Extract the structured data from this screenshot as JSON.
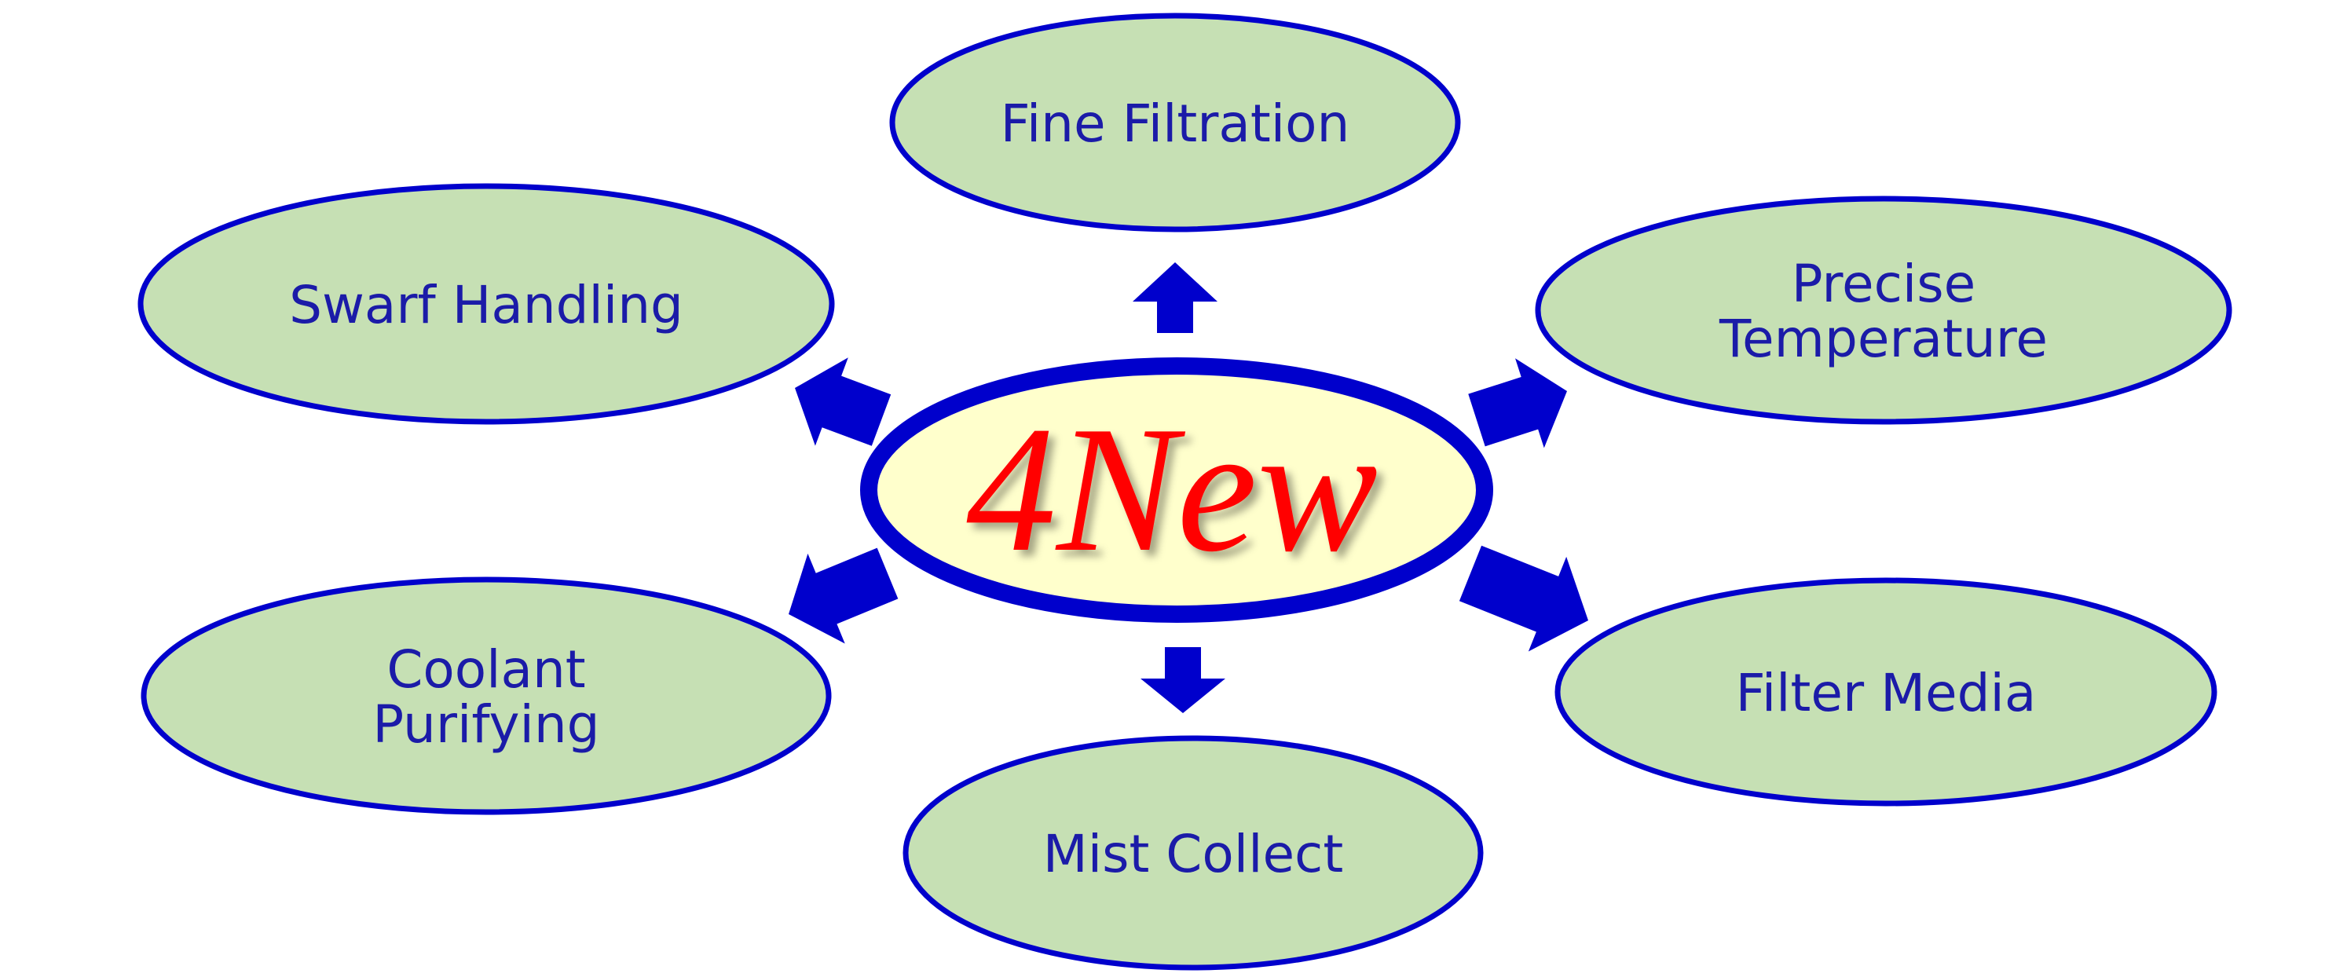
{
  "center": {
    "label": "4New"
  },
  "nodes": [
    {
      "id": "fine-filtration",
      "lines": [
        "Fine Filtration"
      ]
    },
    {
      "id": "swarf-handling",
      "lines": [
        "Swarf Handling"
      ]
    },
    {
      "id": "precise-temperature",
      "lines": [
        "Precise",
        "Temperature"
      ]
    },
    {
      "id": "coolant-purifying",
      "lines": [
        "Coolant",
        "Purifying"
      ]
    },
    {
      "id": "filter-media",
      "lines": [
        "Filter Media"
      ]
    },
    {
      "id": "mist-collect",
      "lines": [
        "Mist Collect"
      ]
    }
  ],
  "colors": {
    "node_fill": "#c6e0b4",
    "stroke": "#0000cc",
    "center_fill": "#ffffcc",
    "text": "#1b1ba8",
    "center_text": "#ff0000",
    "arrow": "#0000cc"
  }
}
